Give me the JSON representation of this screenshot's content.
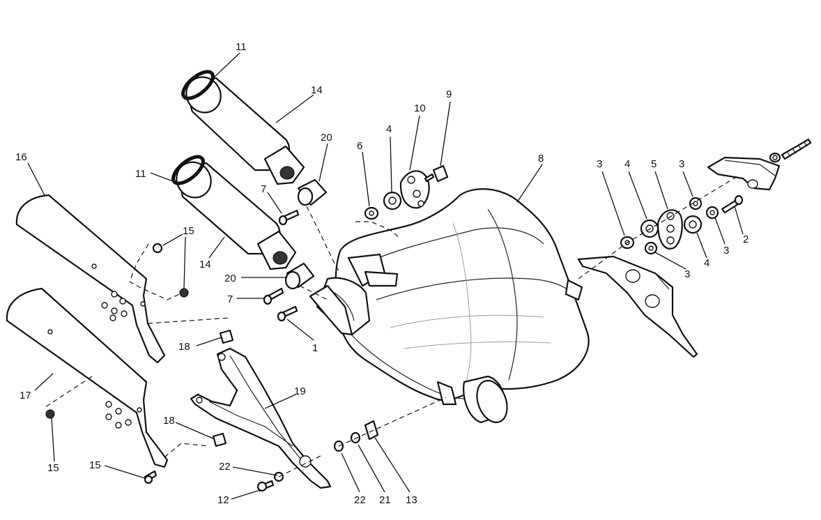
{
  "diagram": {
    "callouts": [
      {
        "id": "c11a",
        "text": "11"
      },
      {
        "id": "c14a",
        "text": "14"
      },
      {
        "id": "c20a",
        "text": "20"
      },
      {
        "id": "c11b",
        "text": "11"
      },
      {
        "id": "c16",
        "text": "16"
      },
      {
        "id": "c7a",
        "text": "7"
      },
      {
        "id": "c15a",
        "text": "15"
      },
      {
        "id": "c14b",
        "text": "14"
      },
      {
        "id": "c20b",
        "text": "20"
      },
      {
        "id": "c7b",
        "text": "7"
      },
      {
        "id": "c1",
        "text": "1"
      },
      {
        "id": "c6",
        "text": "6"
      },
      {
        "id": "c4a",
        "text": "4"
      },
      {
        "id": "c10",
        "text": "10"
      },
      {
        "id": "c9",
        "text": "9"
      },
      {
        "id": "c8",
        "text": "8"
      },
      {
        "id": "c3a",
        "text": "3"
      },
      {
        "id": "c4b",
        "text": "4"
      },
      {
        "id": "c5",
        "text": "5"
      },
      {
        "id": "c3b",
        "text": "3"
      },
      {
        "id": "c2",
        "text": "2"
      },
      {
        "id": "c3c",
        "text": "3"
      },
      {
        "id": "c4c",
        "text": "4"
      },
      {
        "id": "c3d",
        "text": "3"
      },
      {
        "id": "c18a",
        "text": "18"
      },
      {
        "id": "c19",
        "text": "19"
      },
      {
        "id": "c17",
        "text": "17"
      },
      {
        "id": "c18b",
        "text": "18"
      },
      {
        "id": "c15b",
        "text": "15"
      },
      {
        "id": "c15c",
        "text": "15"
      },
      {
        "id": "c22a",
        "text": "22"
      },
      {
        "id": "c12",
        "text": "12"
      },
      {
        "id": "c22b",
        "text": "22"
      },
      {
        "id": "c21",
        "text": "21"
      },
      {
        "id": "c13",
        "text": "13"
      }
    ]
  }
}
